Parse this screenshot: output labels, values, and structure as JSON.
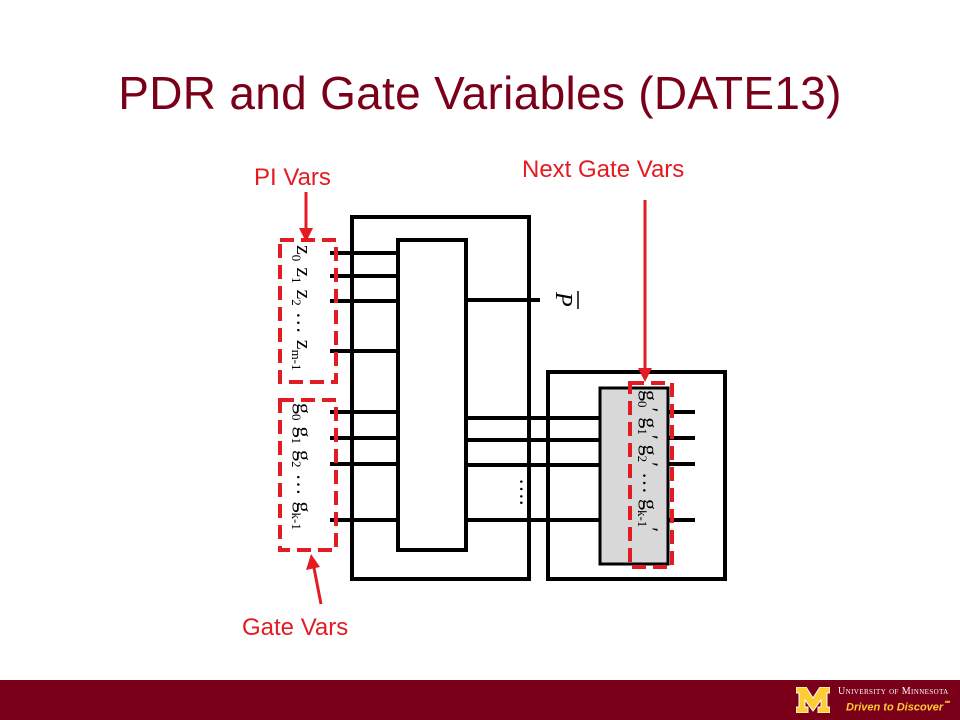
{
  "slide": {
    "title": "PDR and Gate Variables (DATE13)"
  },
  "callouts": {
    "pi_vars": "PI Vars",
    "next_gate_vars": "Next Gate Vars",
    "gate_vars": "Gate Vars"
  },
  "diagram": {
    "pi_var_labels": [
      "z",
      "z",
      "z",
      "…",
      "z"
    ],
    "pi_var_subscripts": [
      "0",
      "1",
      "2",
      "",
      "m-1"
    ],
    "gate_var_labels": [
      "g",
      "g",
      "g",
      "…",
      "g"
    ],
    "gate_var_subscripts": [
      "0",
      "1",
      "2",
      "",
      "k-1"
    ],
    "next_gate_var_labels": [
      "g",
      "g",
      "g",
      "…",
      "g"
    ],
    "next_gate_var_subscripts": [
      "0",
      "1",
      "2",
      "",
      "k-1"
    ],
    "prime_mark": "′",
    "output_label": "P",
    "ellipsis": "…."
  },
  "footer": {
    "university": "University of Minnesota",
    "tagline": "Driven to Discover",
    "trademark": "℠",
    "bar_color": "#7a0019",
    "accent_color": "#ffcc33"
  },
  "colors": {
    "title": "#7a0019",
    "callout": "#e31b23",
    "highlight_fill": "#d8d8d8"
  }
}
